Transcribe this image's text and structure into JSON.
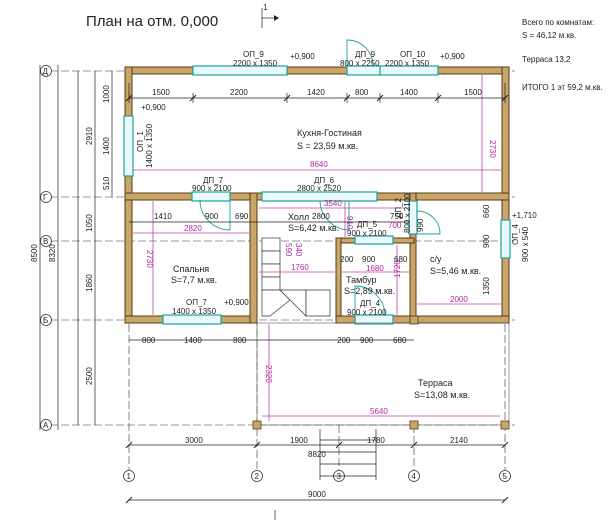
{
  "title": "План на отм. 0,000",
  "section_mark": "1",
  "summary": {
    "line1": "Всего по комнатам:",
    "line2": "S   = 46,12 м.кв.",
    "terrace": "Терраса 13,2",
    "total": "ИТОГО 1 эт 59,2 м.кв."
  },
  "rooms": {
    "kitchen_name": "Кухня-Гостиная",
    "kitchen_area": "S   = 23,59 м.кв.",
    "hall_name": "Холл",
    "hall_area": "S=6,42 м.кв.",
    "bedroom_name": "Спальня",
    "bedroom_area": "S=7,7 м.кв.",
    "vestibule_name": "Тамбур",
    "vestibule_area": "S=2,89 м.кв.",
    "bath_name": "с/у",
    "bath_area": "S=5,46 м.кв.",
    "terrace_name": "Терраса",
    "terrace_area": "S=13,08 м.кв."
  },
  "openings": {
    "op9a_mark": "ОП_9",
    "op9a_size": "2200 x 1350",
    "op9a_level": "+0,900",
    "dp9_mark": "ДП_9",
    "dp9_size": "800 x 2250",
    "op10_mark": "ОП_10",
    "op10_size": "2200 x 1350",
    "op10_level": "+0,900",
    "op1_mark": "ОП_1",
    "op1_size": "1400 x 1350",
    "op1_level": "+0,900",
    "dp7_mark": "ДП_7",
    "dp7_size": "900 x 2100",
    "dp6_mark": "ДП_6",
    "dp6_size": "2800 x 2520",
    "dp5_mark": "ДП_5",
    "dp5_size": "900 x 2100",
    "dp2_mark": "ДП_2",
    "dp2_size": "800 x 2100",
    "op4_mark": "ОП_4",
    "op4_size": "900 x 540",
    "op4_level": "+1,710",
    "op7_mark": "ОП_7",
    "op7_size": "1400 x 1350",
    "op7_level": "+0,900",
    "dp4_mark": "ДП_4",
    "dp4_size": "900 x 2100"
  },
  "axes": {
    "rows": [
      "Д",
      "Г",
      "В",
      "Б",
      "А"
    ],
    "cols": [
      "1",
      "2",
      "3",
      "4",
      "5"
    ]
  },
  "dims": {
    "top": [
      "1500",
      "2200",
      "1420",
      "800",
      "1400",
      "1500"
    ],
    "top_row2": [
      "1410",
      "900",
      "690",
      "2800",
      "750",
      "800"
    ],
    "left_col": [
      "1000",
      "1400",
      "510",
      "2910",
      "1050",
      "1860",
      "2500",
      "8320",
      "8500"
    ],
    "inner": [
      "8640",
      "3540",
      "2820",
      "2730",
      "2730",
      "2000",
      "1680",
      "1760",
      "1720",
      "660",
      "900",
      "1350",
      "990",
      "2320",
      "5640",
      "910",
      "700"
    ],
    "low1": [
      "800",
      "1400",
      "800",
      "200",
      "900",
      "680",
      "200",
      "900",
      "680"
    ],
    "bottom": [
      "3000",
      "1900",
      "1780",
      "2140"
    ],
    "overall_inner": "8820",
    "overall": "9000",
    "misc": [
      "2800",
      "590",
      "340"
    ]
  }
}
